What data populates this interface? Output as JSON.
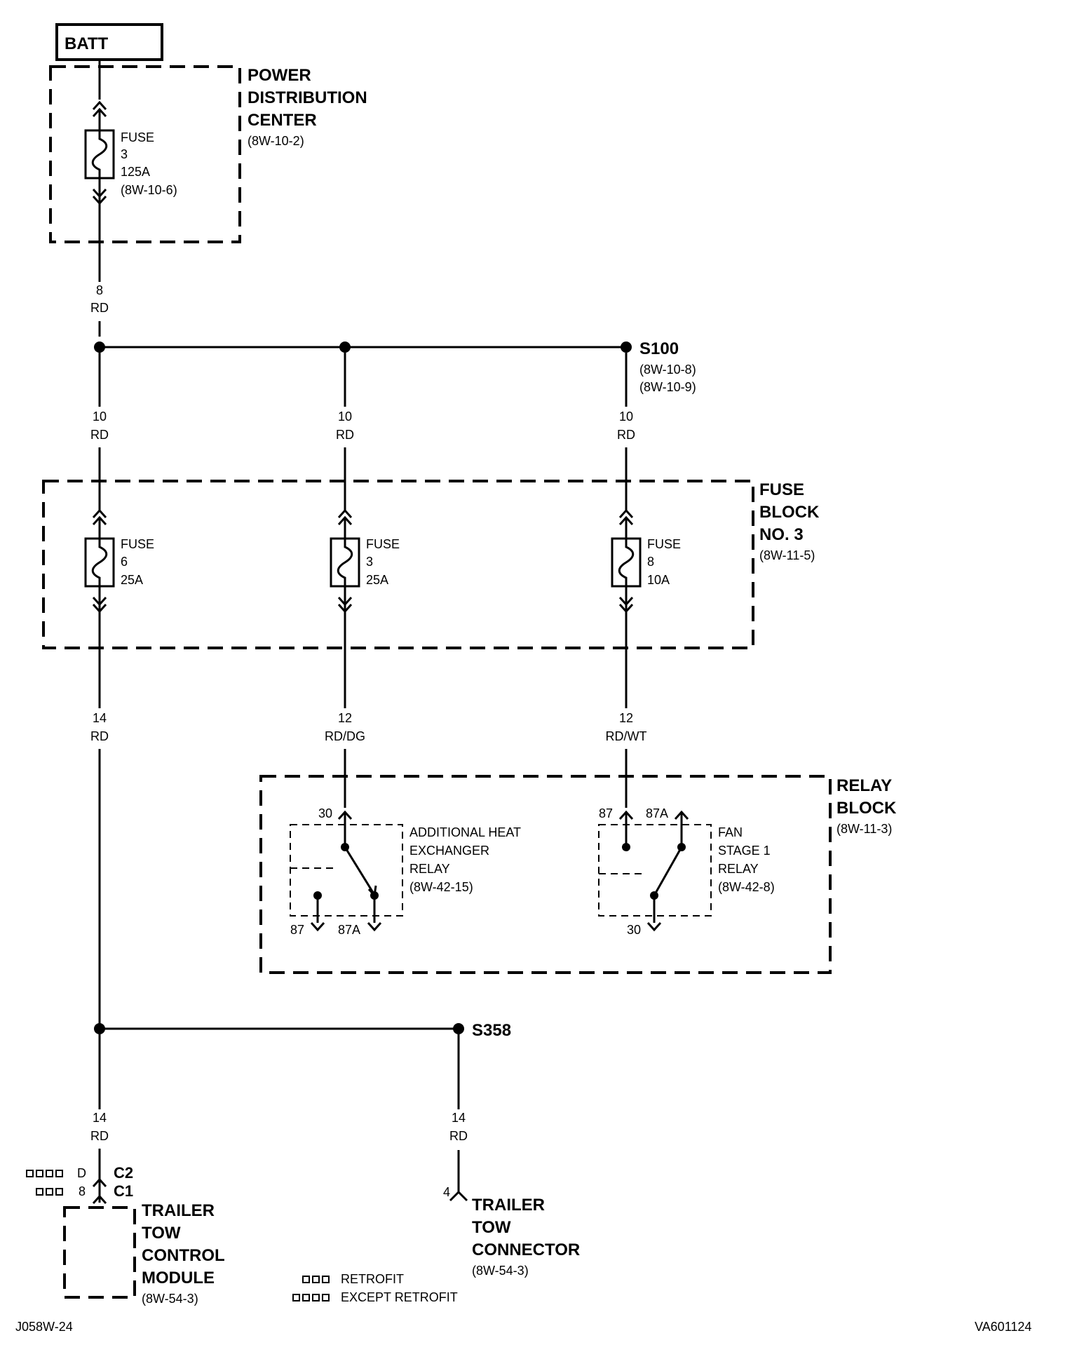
{
  "battery": {
    "label": "BATT"
  },
  "pdc": {
    "line1": "POWER",
    "line2": "DISTRIBUTION",
    "line3": "CENTER",
    "ref": "(8W-10-2)"
  },
  "pdc_fuse": {
    "line1": "FUSE",
    "line2": "3",
    "line3": "125A",
    "ref": "(8W-10-6)"
  },
  "wire_main": {
    "gauge": "8",
    "color": "RD"
  },
  "splice_s100": {
    "label": "S100",
    "ref1": "(8W-10-8)",
    "ref2": "(8W-10-9)"
  },
  "branch_wires": [
    {
      "gauge": "10",
      "color": "RD"
    },
    {
      "gauge": "10",
      "color": "RD"
    },
    {
      "gauge": "10",
      "color": "RD"
    }
  ],
  "fuse_block": {
    "line1": "FUSE",
    "line2": "BLOCK",
    "line3": "NO. 3",
    "ref": "(8W-11-5)"
  },
  "block_fuses": [
    {
      "label": "FUSE",
      "number": "6",
      "rating": "25A"
    },
    {
      "label": "FUSE",
      "number": "3",
      "rating": "25A"
    },
    {
      "label": "FUSE",
      "number": "8",
      "rating": "10A"
    }
  ],
  "out_wires": [
    {
      "gauge": "14",
      "color": "RD"
    },
    {
      "gauge": "12",
      "color": "RD/DG"
    },
    {
      "gauge": "12",
      "color": "RD/WT"
    }
  ],
  "relay_block": {
    "line1": "RELAY",
    "line2": "BLOCK",
    "ref": "(8W-11-3)"
  },
  "relay_heat": {
    "line1": "ADDITIONAL HEAT",
    "line2": "EXCHANGER",
    "line3": "RELAY",
    "ref": "(8W-42-15)",
    "pin_in": "30",
    "pin_a": "87",
    "pin_b": "87A"
  },
  "relay_fan": {
    "line1": "FAN",
    "line2": "STAGE 1",
    "line3": "RELAY",
    "ref": "(8W-42-8)",
    "pin_87": "87",
    "pin_87a": "87A",
    "pin_30": "30"
  },
  "splice_s358": {
    "label": "S358"
  },
  "ttcm_wire": {
    "gauge": "14",
    "color": "RD"
  },
  "ttc_wire": {
    "gauge": "14",
    "color": "RD"
  },
  "ttcm": {
    "c2": "C2",
    "c1": "C1",
    "pin_c2": "D",
    "pin_c1": "8",
    "line1": "TRAILER",
    "line2": "TOW",
    "line3": "CONTROL",
    "line4": "MODULE",
    "ref": "(8W-54-3)"
  },
  "ttc": {
    "pin": "4",
    "line1": "TRAILER",
    "line2": "TOW",
    "line3": "CONNECTOR",
    "ref": "(8W-54-3)"
  },
  "legend": {
    "retrofit": "RETROFIT",
    "except": "EXCEPT RETROFIT"
  },
  "footer": {
    "left": "J058W-24",
    "right": "VA601124"
  }
}
